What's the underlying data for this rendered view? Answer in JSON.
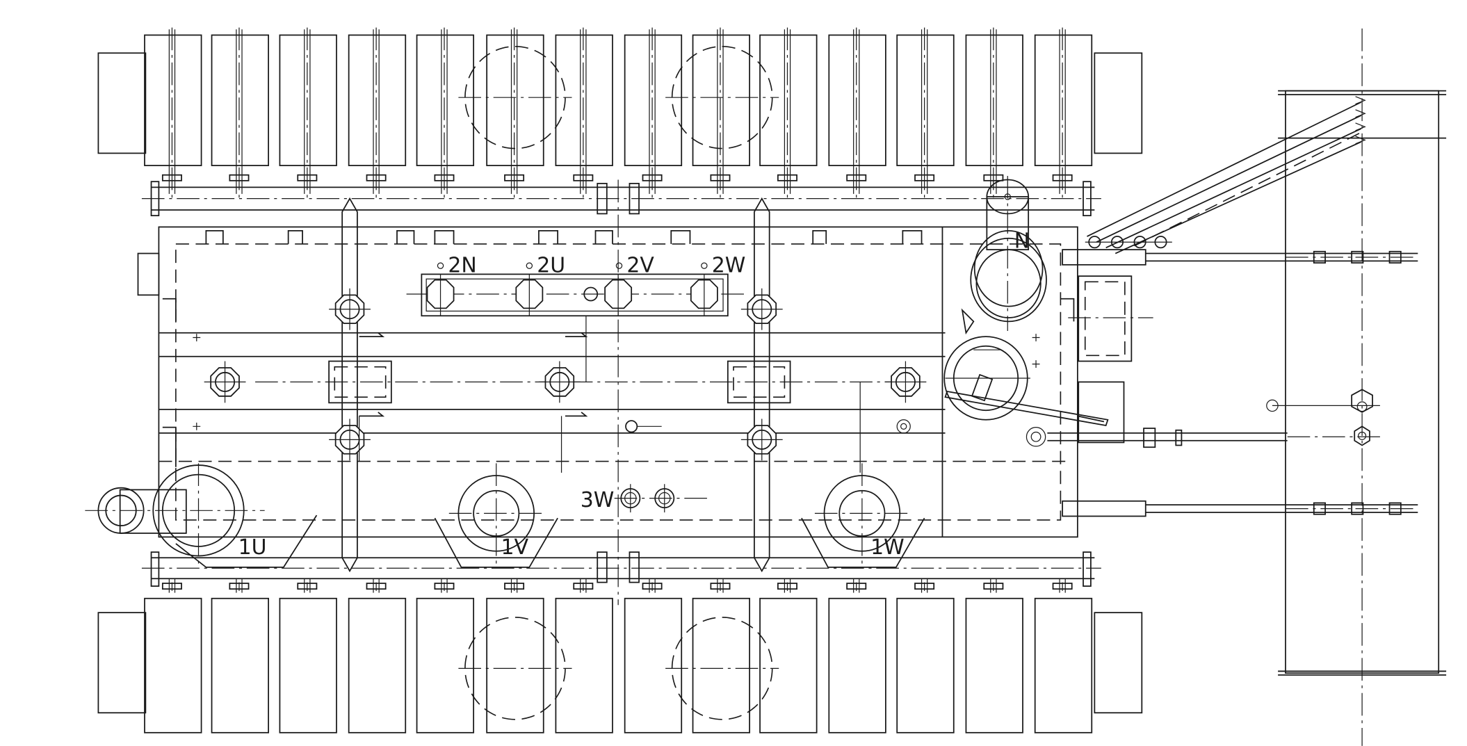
{
  "terminals": {
    "lv_n": "2N",
    "lv_u": "2U",
    "lv_v": "2V",
    "lv_w": "2W",
    "hv_u": "1U",
    "hv_v": "1V",
    "hv_w": "1W",
    "tv_w": "3W",
    "neutral": "N"
  }
}
